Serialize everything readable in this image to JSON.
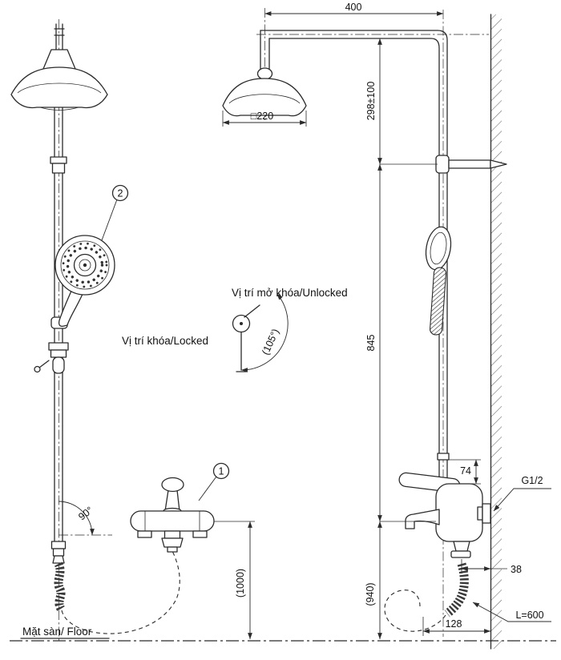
{
  "diagram": {
    "callouts": {
      "mixer": "1",
      "handshower": "2"
    },
    "labels": {
      "unlocked": "Vị trí mở khóa/Unlocked",
      "locked": "Vị trí khóa/Locked",
      "floor": "Mặt sàn/ Floor",
      "angle_90": "90°",
      "angle_105": "(105°)"
    },
    "dimensions": {
      "top_width": "400",
      "head_height_offset": "298±100",
      "head_size": "□220",
      "column_height": "845",
      "bracket_offset": "74",
      "connection_thread": "G1/2",
      "wall_to_outlet": "38",
      "outlet_to_floor": "(940)",
      "mixer_to_floor": "(1000)",
      "hose_loop_width": "128",
      "hose_length": "L=600"
    },
    "colors": {
      "line": "#2b2b2b",
      "background": "#ffffff"
    }
  }
}
